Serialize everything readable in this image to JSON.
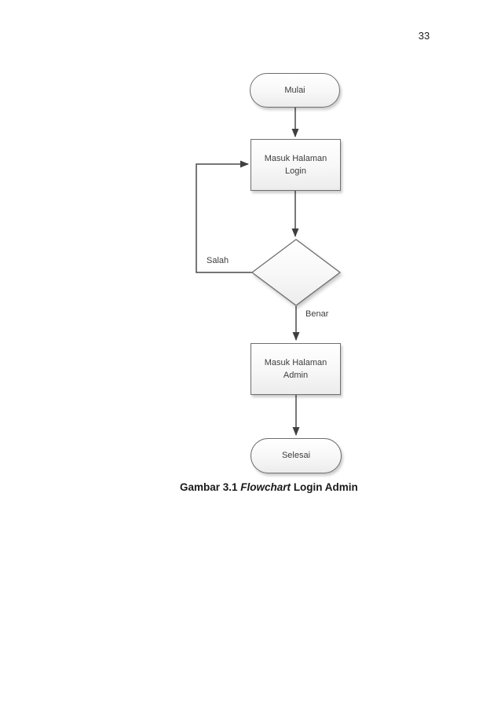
{
  "page": {
    "number": "33",
    "background": "#ffffff"
  },
  "figure": {
    "caption": {
      "part1": "Gambar 3.1 ",
      "part2_italic": "Flowchart",
      "part3": " Login Admin"
    }
  },
  "flowchart": {
    "type": "flowchart",
    "nodes": [
      {
        "id": "start",
        "shape": "terminator",
        "label": "Mulai"
      },
      {
        "id": "login-page",
        "shape": "process",
        "label": "Masuk Halaman Login"
      },
      {
        "id": "login-check",
        "shape": "decision",
        "label": ""
      },
      {
        "id": "admin-page",
        "shape": "process",
        "label": "Masuk Halaman Admin"
      },
      {
        "id": "end",
        "shape": "terminator",
        "label": "Selesai"
      }
    ],
    "edges": [
      {
        "from": "start",
        "to": "login-page",
        "label": ""
      },
      {
        "from": "login-page",
        "to": "login-check",
        "label": ""
      },
      {
        "from": "login-check",
        "to": "login-page",
        "label": "Salah"
      },
      {
        "from": "login-check",
        "to": "admin-page",
        "label": "Benar"
      },
      {
        "from": "admin-page",
        "to": "end",
        "label": ""
      }
    ],
    "colors": {
      "shape_border": "#6e6e6e",
      "connector_line": "#4a4a4a",
      "arrowhead": "#3f3f3f",
      "fill_top": "#ffffff",
      "fill_bottom": "#ececec",
      "text": "#3d3d3d"
    }
  }
}
